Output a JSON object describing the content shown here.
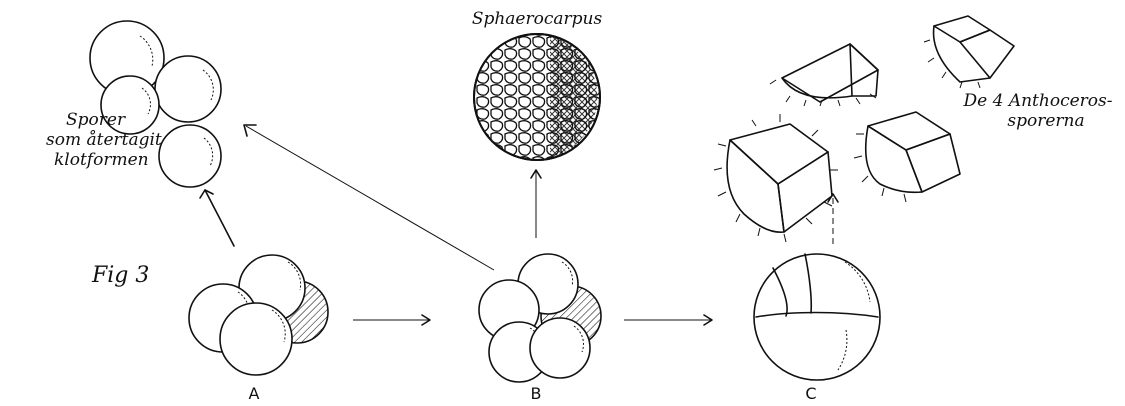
{
  "figure_label": "Fig 3",
  "stage_labels": {
    "a": "A",
    "b": "B",
    "c": "C"
  },
  "top_left_note": [
    "Sporer",
    "som återtagit",
    "klotformen"
  ],
  "sphaerocarpus_label": "Sphaerocarpus",
  "anthoceros_note": [
    "De 4 Anthoceros-",
    "sporerna"
  ]
}
